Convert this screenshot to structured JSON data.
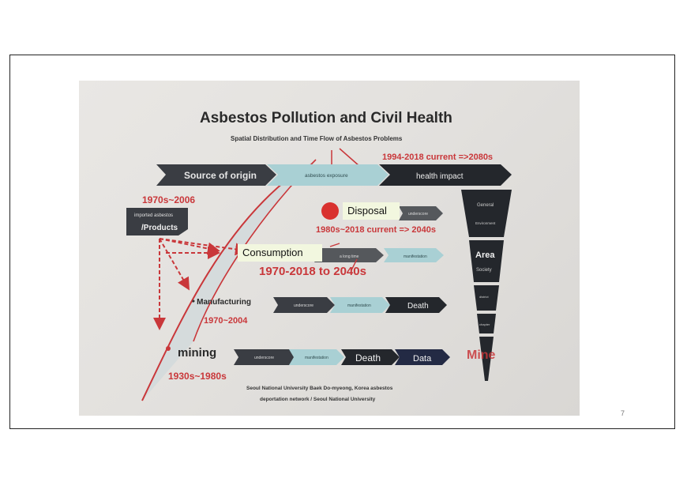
{
  "diagram": {
    "title": "Asbestos Pollution and Civil Health",
    "subtitle": "Spatial Distribution and Time Flow of Asbestos Problems",
    "top_flow": {
      "source": "Source of origin",
      "exposure": "asbestos exposure",
      "impact": "health impact",
      "period": "1994-2018 current =>2080s"
    },
    "products_box": {
      "line1": "imported asbestos",
      "line2": "/Products",
      "period": "1970s~2006"
    },
    "disposal": {
      "label": "Disposal",
      "small_arrow": "underscore",
      "period": "1980s~2018 current => 2040s"
    },
    "consumption": {
      "label": "Consumption",
      "arrow1": "a long time",
      "arrow2": "manifestation",
      "period": "1970-2018 to 2040s"
    },
    "manufacturing": {
      "label": "· Manufacturing",
      "period": "1970~2004",
      "arrow1": "underscore",
      "arrow2": "manifestation",
      "arrow3": "Death"
    },
    "mining": {
      "label": "mining",
      "period": "1930s~1980s",
      "arrow1": "underscore",
      "arrow2": "manifestation",
      "arrow3": "Death",
      "arrow4": "Data"
    },
    "funnel": {
      "general": "General",
      "environment": "Environment",
      "area": "Area",
      "society": "Society",
      "district": "district",
      "chapter": "chapter",
      "mine": "Mine"
    },
    "credit_line1": "Seoul National University Baek Do-myeong, Korea asbestos",
    "credit_line2": "deportation network / Seoul National University"
  },
  "slide": {
    "page_number": "7"
  },
  "colors": {
    "dark_arrow": "#3a3d43",
    "light_arrow": "#a9d0d4",
    "red": "#c9373a",
    "navy": "#232a44",
    "overlay_bg": "#f2f7df"
  }
}
